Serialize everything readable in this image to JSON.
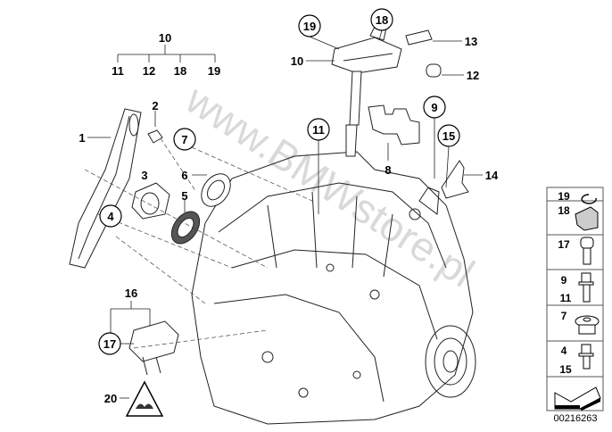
{
  "diagram": {
    "watermark": "www.BMWstore.pl",
    "image_code": "00216263",
    "group_tree": {
      "parent": "10",
      "children": [
        "11",
        "12",
        "18",
        "19"
      ]
    },
    "group_16": {
      "parent": "16",
      "child": "17"
    },
    "callouts": {
      "p1": "1",
      "p2": "2",
      "p3": "3",
      "p4": "4",
      "p5": "5",
      "p6": "6",
      "p7": "7",
      "p8": "8",
      "p9": "9",
      "p10": "10",
      "p11": "11",
      "p12": "12",
      "p13": "13",
      "p14": "14",
      "p15": "15",
      "p18": "18",
      "p19": "19",
      "p20": "20"
    },
    "legend": [
      {
        "labels": [
          "19"
        ],
        "icon": "circlip-icon"
      },
      {
        "labels": [
          "18"
        ],
        "icon": "clip-nut-icon"
      },
      {
        "labels": [
          "17"
        ],
        "icon": "socket-head-bolt-icon"
      },
      {
        "labels": [
          "9",
          "11"
        ],
        "icon": "hex-flange-bolt-icon"
      },
      {
        "labels": [
          "7"
        ],
        "icon": "screw-plug-icon"
      },
      {
        "labels": [
          "4",
          "15"
        ],
        "icon": "hex-flange-bolt-short-icon"
      },
      {
        "labels": [],
        "icon": "arrow-icon"
      }
    ]
  }
}
